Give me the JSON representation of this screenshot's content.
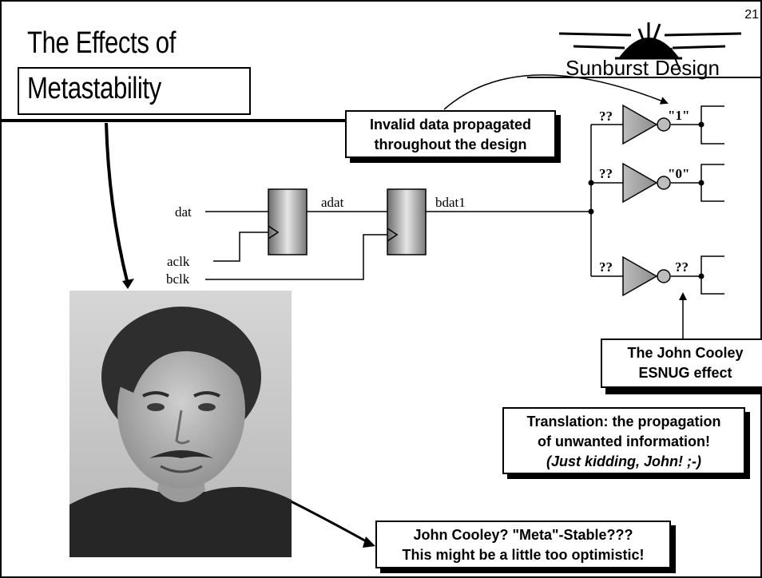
{
  "slide_number": "21",
  "title_line1": "The Effects of",
  "title_line2": "Metastability",
  "logo": {
    "text_left": "Sunburst",
    "text_right": "Design"
  },
  "callouts": {
    "invalid_data": [
      "Invalid data propagated",
      "throughout the design"
    ],
    "cooley_effect": [
      "The John Cooley",
      "ESNUG effect"
    ],
    "translation": [
      "Translation: the propagation",
      "of unwanted information!",
      "(Just kidding, John!  ;-)"
    ],
    "meta_stable": [
      "John Cooley?  \"Meta\"-Stable???",
      "This might be a little too optimistic!"
    ]
  },
  "signals": {
    "dat": "dat",
    "aclk": "aclk",
    "bclk": "bclk",
    "adat": "adat",
    "bdat1": "bdat1"
  },
  "buffers": [
    {
      "input": "??",
      "output": "\"1\""
    },
    {
      "input": "??",
      "output": "\"0\""
    },
    {
      "input": "??",
      "output": "??"
    }
  ]
}
